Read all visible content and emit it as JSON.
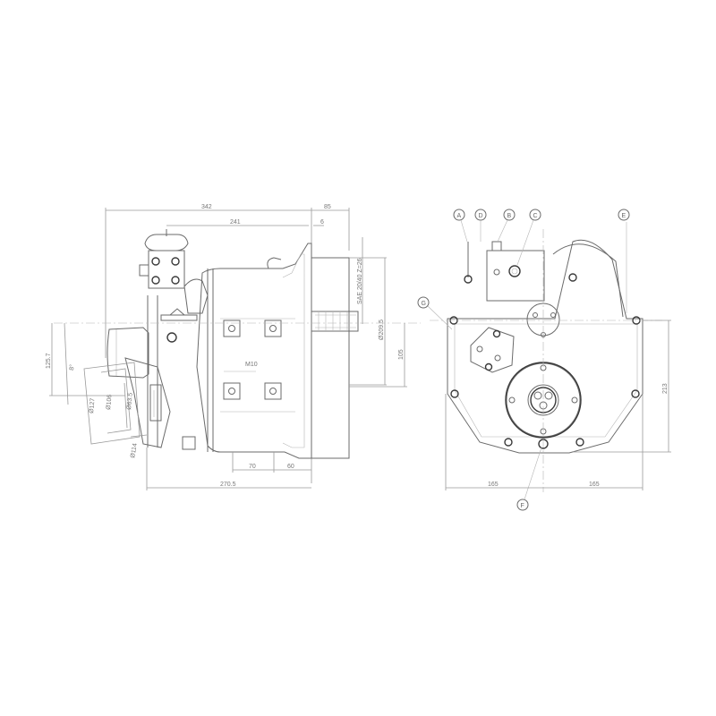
{
  "drawing": {
    "type": "marine gearbox technical dimension drawing",
    "views": [
      "side-view",
      "front-view"
    ]
  },
  "side_view": {
    "dimensions": {
      "overall_length": "342",
      "flange_offset": "85",
      "upper_length": "241",
      "small_offset": "6",
      "shaft_spline": "SAE 20/40 Z=26",
      "flange_diameter": "Ø209.5",
      "shaft_height": "105",
      "left_height": "125.7",
      "angle": "8°",
      "dia_127": "Ø127",
      "dia_106": "Ø106",
      "dia_63": "Ø63.5",
      "dia_114": "Ø114",
      "thread": "M10",
      "bolt_spacing_a": "70",
      "bolt_spacing_b": "60",
      "base_length": "270.5"
    }
  },
  "front_view": {
    "callouts": [
      "A",
      "D",
      "B",
      "C",
      "E",
      "G",
      "F"
    ],
    "dimensions": {
      "half_width_left": "165",
      "half_width_right": "165",
      "height": "213"
    }
  }
}
